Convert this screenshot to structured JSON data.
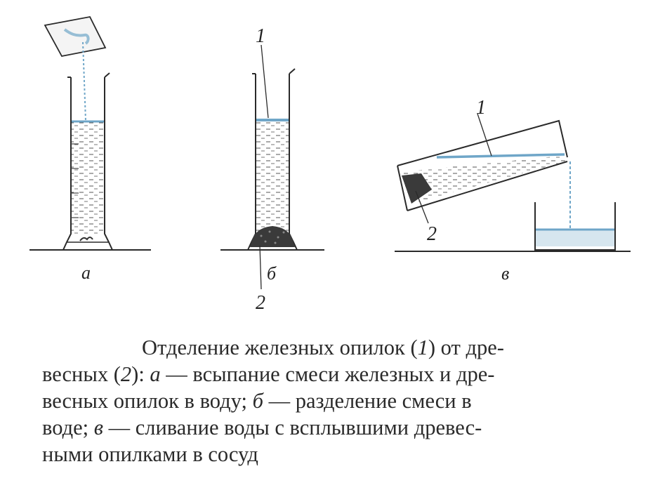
{
  "figure": {
    "labels": {
      "a": "а",
      "b": "б",
      "v": "в"
    },
    "numbers": {
      "one": "1",
      "two": "2"
    },
    "colors": {
      "ink": "#2a2a2a",
      "water": "#6fa6c8",
      "water_fill": "#d6e6ef",
      "filings": "#3a3a3a"
    }
  },
  "caption": {
    "line1": [
      {
        "text": "Отделение железных опилок (",
        "italic": false
      },
      {
        "text": "1",
        "italic": true
      },
      {
        "text": ") от дре-",
        "italic": false
      }
    ],
    "line2": [
      {
        "text": "весных (",
        "italic": false
      },
      {
        "text": "2",
        "italic": true
      },
      {
        "text": "): ",
        "italic": false
      },
      {
        "text": "а",
        "italic": true
      },
      {
        "text": " — всыпание смеси железных и дре-",
        "italic": false
      }
    ],
    "line3": [
      {
        "text": "весных опилок в воду; ",
        "italic": false
      },
      {
        "text": "б",
        "italic": true
      },
      {
        "text": " — разделение смеси в",
        "italic": false
      }
    ],
    "line4": [
      {
        "text": "воде; ",
        "italic": false
      },
      {
        "text": "в",
        "italic": true
      },
      {
        "text": " — сливание воды с всплывшими древес-",
        "italic": false
      }
    ],
    "line5": [
      {
        "text": "ными опилками в сосуд",
        "italic": false
      }
    ]
  }
}
